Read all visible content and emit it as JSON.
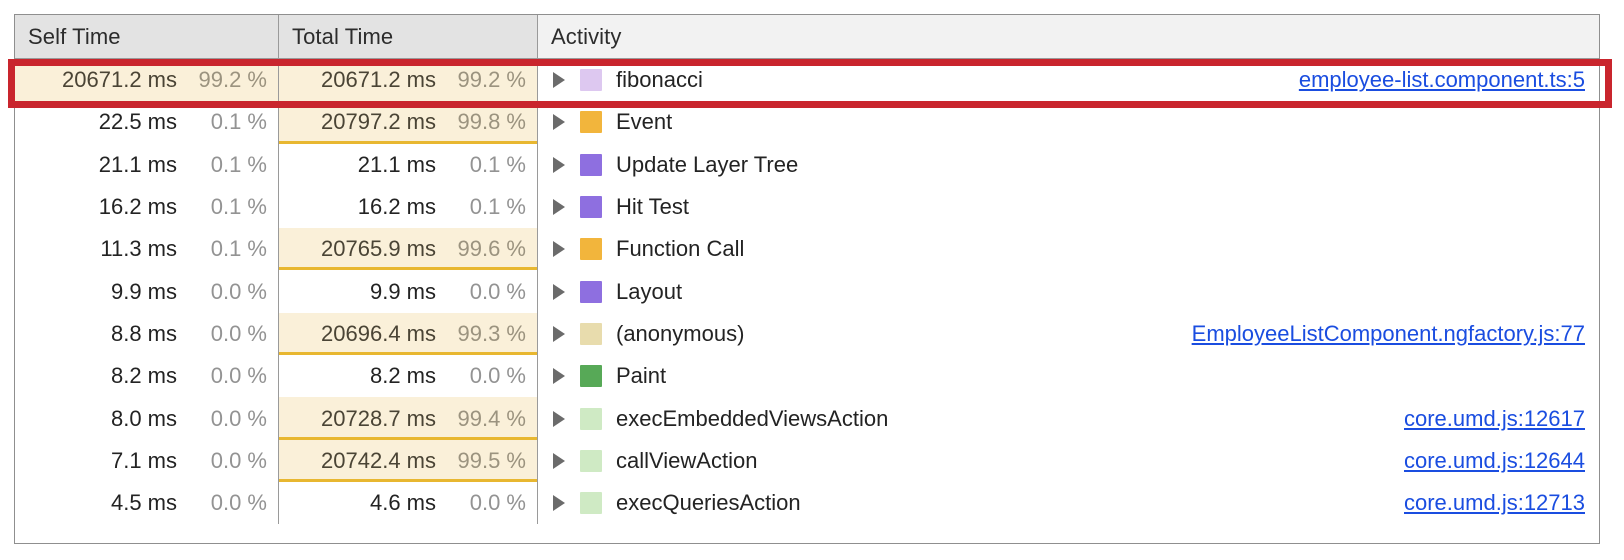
{
  "panel": {
    "name": "bottom-up-performance-tree",
    "columns": [
      {
        "key": "self_time",
        "label": "Self Time"
      },
      {
        "key": "total_time",
        "label": "Total Time"
      },
      {
        "key": "activity",
        "label": "Activity"
      }
    ]
  },
  "colors": {
    "highlight_bar_fill": "#faf0d9",
    "highlight_bar_border": "#e8b730",
    "link": "#1a4de0",
    "annotation_red": "#c9252d",
    "header_bg": "#e3e3e3",
    "swatch_scripting": "#f2b53c",
    "swatch_rendering": "#8e6fe0",
    "swatch_painting": "#57a957",
    "swatch_fibonacci": "#ddc8f0",
    "swatch_anonymous": "#e8dcad",
    "swatch_angular": "#cfeac4"
  },
  "rows": [
    {
      "self_ms": "20671.2 ms",
      "self_pct": "99.2 %",
      "self_bar_pct": 100,
      "self_highlight": true,
      "total_ms": "20671.2 ms",
      "total_pct": "99.2 %",
      "total_bar_pct": 100,
      "total_highlight": true,
      "activity": "fibonacci",
      "swatch": "swatch_fibonacci",
      "source": "employee-list.component.ts:5",
      "annotated": true
    },
    {
      "self_ms": "22.5 ms",
      "self_pct": "0.1 %",
      "self_bar_pct": 0,
      "self_highlight": false,
      "total_ms": "20797.2 ms",
      "total_pct": "99.8 %",
      "total_bar_pct": 100,
      "total_highlight": true,
      "activity": "Event",
      "swatch": "swatch_scripting",
      "source": "",
      "annotated": false
    },
    {
      "self_ms": "21.1 ms",
      "self_pct": "0.1 %",
      "self_bar_pct": 0,
      "self_highlight": false,
      "total_ms": "21.1 ms",
      "total_pct": "0.1 %",
      "total_bar_pct": 0,
      "total_highlight": false,
      "activity": "Update Layer Tree",
      "swatch": "swatch_rendering",
      "source": "",
      "annotated": false
    },
    {
      "self_ms": "16.2 ms",
      "self_pct": "0.1 %",
      "self_bar_pct": 0,
      "self_highlight": false,
      "total_ms": "16.2 ms",
      "total_pct": "0.1 %",
      "total_bar_pct": 0,
      "total_highlight": false,
      "activity": "Hit Test",
      "swatch": "swatch_rendering",
      "source": "",
      "annotated": false
    },
    {
      "self_ms": "11.3 ms",
      "self_pct": "0.1 %",
      "self_bar_pct": 0,
      "self_highlight": false,
      "total_ms": "20765.9 ms",
      "total_pct": "99.6 %",
      "total_bar_pct": 100,
      "total_highlight": true,
      "activity": "Function Call",
      "swatch": "swatch_scripting",
      "source": "",
      "annotated": false
    },
    {
      "self_ms": "9.9 ms",
      "self_pct": "0.0 %",
      "self_bar_pct": 0,
      "self_highlight": false,
      "total_ms": "9.9 ms",
      "total_pct": "0.0 %",
      "total_bar_pct": 0,
      "total_highlight": false,
      "activity": "Layout",
      "swatch": "swatch_rendering",
      "source": "",
      "annotated": false
    },
    {
      "self_ms": "8.8 ms",
      "self_pct": "0.0 %",
      "self_bar_pct": 0,
      "self_highlight": false,
      "total_ms": "20696.4 ms",
      "total_pct": "99.3 %",
      "total_bar_pct": 100,
      "total_highlight": true,
      "activity": "(anonymous)",
      "swatch": "swatch_anonymous",
      "source": "EmployeeListComponent.ngfactory.js:77",
      "annotated": false
    },
    {
      "self_ms": "8.2 ms",
      "self_pct": "0.0 %",
      "self_bar_pct": 0,
      "self_highlight": false,
      "total_ms": "8.2 ms",
      "total_pct": "0.0 %",
      "total_bar_pct": 0,
      "total_highlight": false,
      "activity": "Paint",
      "swatch": "swatch_painting",
      "source": "",
      "annotated": false
    },
    {
      "self_ms": "8.0 ms",
      "self_pct": "0.0 %",
      "self_bar_pct": 0,
      "self_highlight": false,
      "total_ms": "20728.7 ms",
      "total_pct": "99.4 %",
      "total_bar_pct": 100,
      "total_highlight": true,
      "activity": "execEmbeddedViewsAction",
      "swatch": "swatch_angular",
      "source": "core.umd.js:12617",
      "annotated": false
    },
    {
      "self_ms": "7.1 ms",
      "self_pct": "0.0 %",
      "self_bar_pct": 0,
      "self_highlight": false,
      "total_ms": "20742.4 ms",
      "total_pct": "99.5 %",
      "total_bar_pct": 100,
      "total_highlight": true,
      "activity": "callViewAction",
      "swatch": "swatch_angular",
      "source": "core.umd.js:12644",
      "annotated": false
    },
    {
      "self_ms": "4.5 ms",
      "self_pct": "0.0 %",
      "self_bar_pct": 0,
      "self_highlight": false,
      "total_ms": "4.6 ms",
      "total_pct": "0.0 %",
      "total_bar_pct": 0,
      "total_highlight": false,
      "activity": "execQueriesAction",
      "swatch": "swatch_angular",
      "source": "core.umd.js:12713",
      "annotated": false
    }
  ]
}
